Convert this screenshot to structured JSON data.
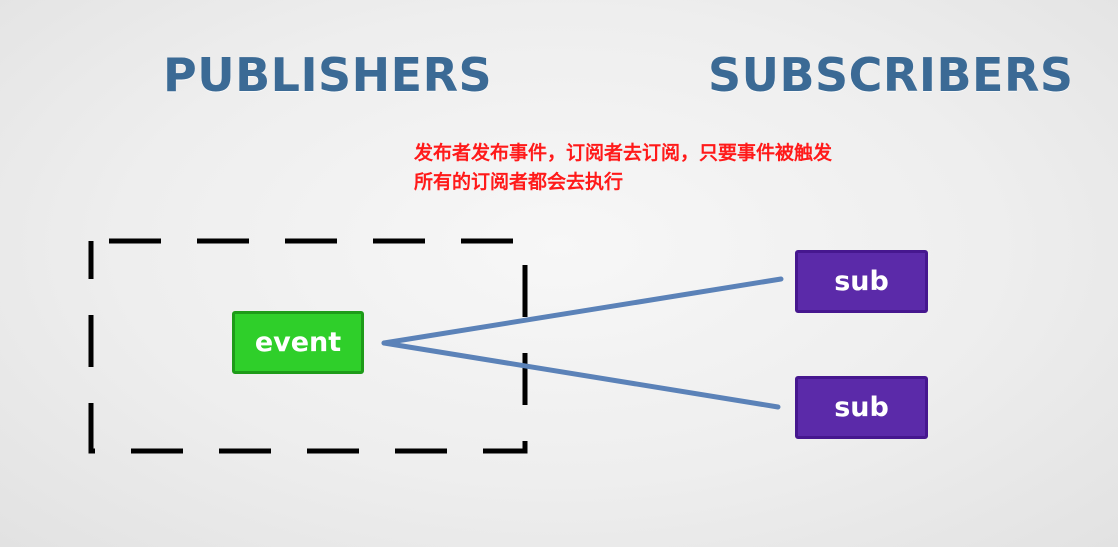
{
  "headings": {
    "publishers": "PUBLISHERS",
    "subscribers": "SUBSCRIBERS"
  },
  "note": {
    "line1": "发布者发布事件，订阅者去订阅，只要事件被触发",
    "line2": "所有的订阅者都会去执行"
  },
  "publisher": {
    "event_label": "event"
  },
  "subscribers": [
    {
      "label": "sub"
    },
    {
      "label": "sub"
    }
  ],
  "colors": {
    "heading": "#3b6a95",
    "note": "#ff1a1a",
    "event_fill": "#2fcf2a",
    "sub_fill": "#5b2aa9",
    "connector": "#5b82b8",
    "dashed_border": "#000000"
  }
}
